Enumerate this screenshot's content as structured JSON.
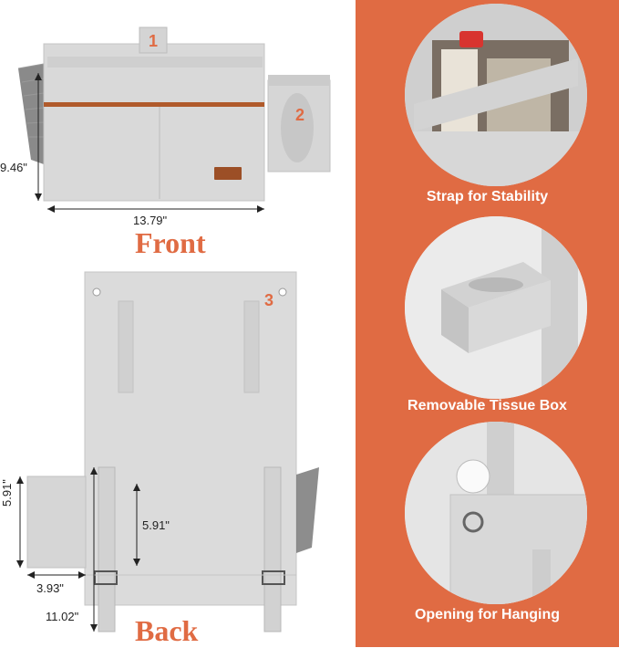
{
  "front": {
    "heading": "Front",
    "width_label": "13.79\"",
    "height_label": "9.46\"",
    "badges": [
      "1",
      "2"
    ]
  },
  "back": {
    "heading": "Back",
    "badge": "3",
    "pocket_height": "5.91\"",
    "pocket_width": "3.93\"",
    "strap_height": "5.91\"",
    "strap_length": "11.02\""
  },
  "features": [
    {
      "caption": "Strap for Stability",
      "icon": "strap-icon"
    },
    {
      "caption": "Removable Tissue Box",
      "icon": "tissue-box-icon"
    },
    {
      "caption": "Opening for Hanging",
      "icon": "hook-icon"
    }
  ],
  "colors": {
    "accent": "#e06b43",
    "felt": "#d8d8d8",
    "leather": "#b05a2b"
  }
}
